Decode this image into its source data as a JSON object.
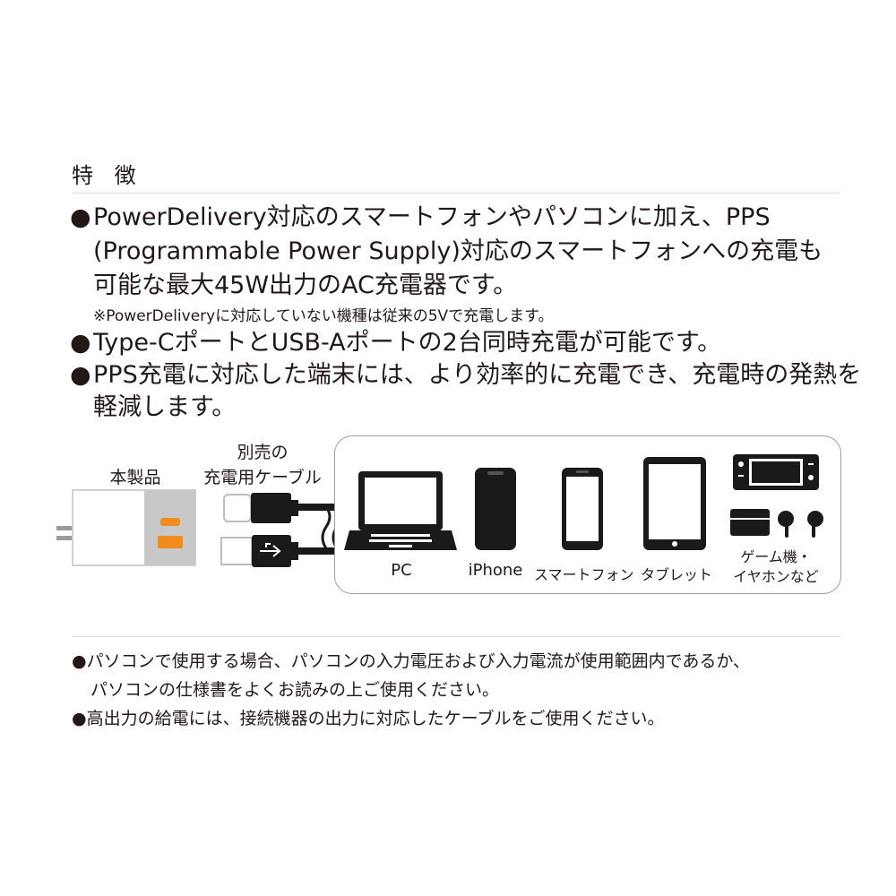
{
  "section": {
    "heading": "特 徴"
  },
  "features": {
    "bullet": "●",
    "f1_line1": "PowerDelivery対応のスマートフォンやパソコンに加え、PPS",
    "f1_line2": "(Programmable Power Supply)対応のスマートフォンへの充電も",
    "f1_line3": "可能な最大45W出力のAC充電器です。",
    "f1_note": "※PowerDeliveryに対応していない機種は従来の5Vで充電します。",
    "f2_line1": "Type-CポートとUSB-Aポートの2台同時充電が可能です。",
    "f3_line1": "PPS充電に対応した端末には、より効率的に充電でき、充電時の発熱を",
    "f3_line2": "軽減します。"
  },
  "diagram": {
    "product_label": "本製品",
    "cable_label_line1": "別売の",
    "cable_label_line2": "充電用ケーブル",
    "devices": {
      "pc": "PC",
      "iphone": "iPhone",
      "smartphone": "スマートフォン",
      "tablet": "タブレット",
      "game_line1": "ゲーム機・",
      "game_line2": "イヤホンなど"
    },
    "icons": [
      "ac-charger-icon",
      "usb-c-cable-icon",
      "usb-a-cable-icon",
      "charging-waves-icon",
      "laptop-icon",
      "iphone-icon",
      "smartphone-icon",
      "tablet-icon",
      "game-console-icon",
      "earphones-icon"
    ],
    "colors": {
      "port_orange": "#f08c1e",
      "charger_panel": "#c8c8c8",
      "device_black": "#1a1a1a"
    }
  },
  "notes": {
    "bullet": "●",
    "n1_line1": "パソコンで使用する場合、パソコンの入力電圧および入力電流が使用範囲内であるか、",
    "n1_line2": "パソコンの仕様書をよくお読みの上ご使用ください。",
    "n2_line1": "高出力の給電には、接続機器の出力に対応したケーブルをご使用ください。"
  }
}
